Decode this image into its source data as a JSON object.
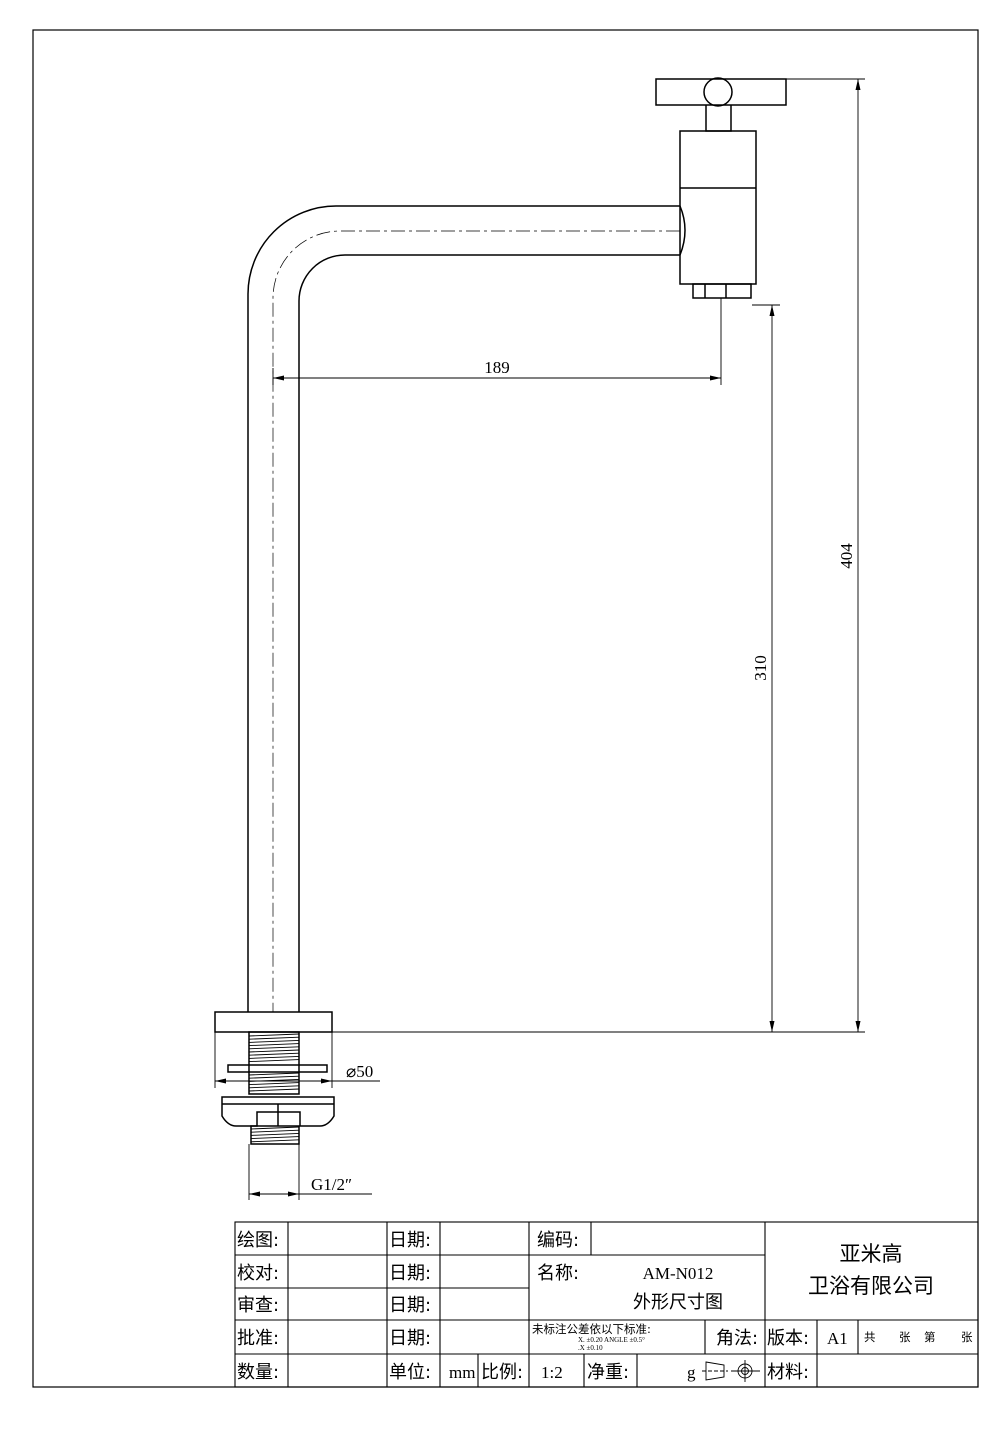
{
  "dimensions": {
    "horizontal_reach": "189",
    "total_height": "404",
    "spout_height": "310",
    "flange_diameter": "⌀50",
    "thread": "G1/2″"
  },
  "title_block": {
    "labels": {
      "drawn": "绘图:",
      "checked": "校对:",
      "reviewed": "审查:",
      "approved": "批准:",
      "quantity": "数量:",
      "date1": "日期:",
      "date2": "日期:",
      "date3": "日期:",
      "date4": "日期:",
      "unit": "单位:",
      "scale": "比例:",
      "code": "编码:",
      "name": "名称:",
      "net_weight": "净重:",
      "projection": "角法:",
      "version": "版本:",
      "material": "材料:",
      "sheets_total": "共",
      "sheets_word": "张",
      "sheet_no": "第",
      "sheet_word": "张"
    },
    "values": {
      "unit": "mm",
      "scale": "1:2",
      "model": "AM-N012",
      "drawing_title": "外形尺寸图",
      "weight_unit": "g",
      "version": "A1"
    },
    "tolerance": {
      "heading": "未标注公差依以下标准:",
      "line1": "X.      ±0.20  ANGLE  ±0.5°",
      "line2": ".X      ±0.10"
    },
    "company": {
      "line1": "亚米高",
      "line2": "卫浴有限公司"
    }
  }
}
